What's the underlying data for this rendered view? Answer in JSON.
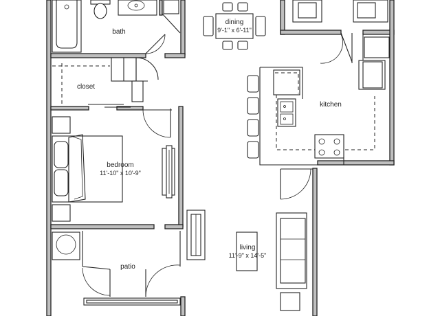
{
  "rooms": {
    "bath": {
      "name": "bath"
    },
    "dining": {
      "name": "dining",
      "size": "9'-1\" x 6'-11\""
    },
    "closet": {
      "name": "closet"
    },
    "kitchen": {
      "name": "kitchen"
    },
    "bedroom": {
      "name": "bedroom",
      "size": "11'-10\" x 10'-9\""
    },
    "living": {
      "name": "living",
      "size": "11'-9\" x 14'-5\""
    },
    "patio": {
      "name": "patio"
    }
  }
}
